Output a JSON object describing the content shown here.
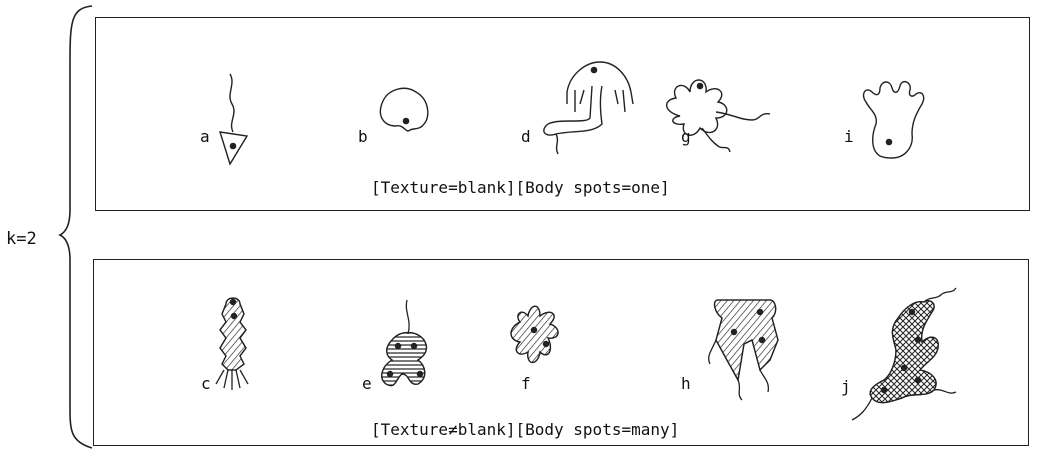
{
  "k_label": "k=2",
  "clusters": [
    {
      "caption": "[Texture=blank][Body spots=one]",
      "items": [
        {
          "letter": "a",
          "shape": "arrowhead-with-tail",
          "texture": "blank",
          "spots": 1
        },
        {
          "letter": "b",
          "shape": "kidney-blob",
          "texture": "blank",
          "spots": 1
        },
        {
          "letter": "d",
          "shape": "jellyfish-stalk",
          "texture": "blank",
          "spots": 1
        },
        {
          "letter": "g",
          "shape": "flower",
          "texture": "blank",
          "spots": 1
        },
        {
          "letter": "i",
          "shape": "hand-blob",
          "texture": "blank",
          "spots": 1
        }
      ]
    },
    {
      "caption": "[Texture≠blank][Body spots=many]",
      "items": [
        {
          "letter": "c",
          "shape": "segmented-column",
          "texture": "striped",
          "spots": "many"
        },
        {
          "letter": "e",
          "shape": "bow-with-tail",
          "texture": "striped",
          "spots": "many"
        },
        {
          "letter": "f",
          "shape": "star",
          "texture": "striped",
          "spots": "many"
        },
        {
          "letter": "h",
          "shape": "split-dress",
          "texture": "striped",
          "spots": "many"
        },
        {
          "letter": "j",
          "shape": "branching-tree",
          "texture": "crosshatched",
          "spots": "many"
        }
      ]
    }
  ]
}
